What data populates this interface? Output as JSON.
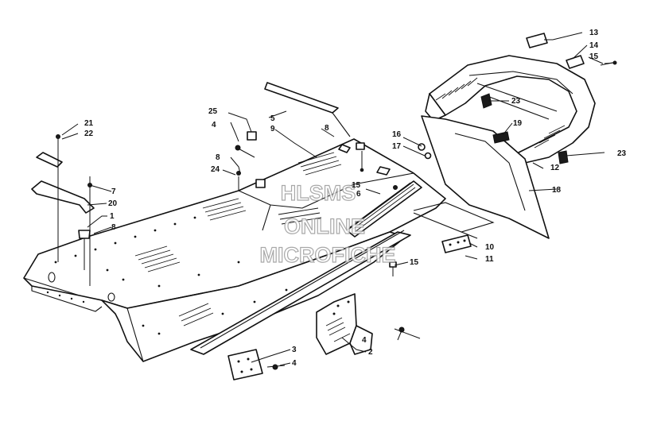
{
  "watermark": {
    "line1": "HLSMS",
    "line2": "ONLINE",
    "line3": "MICROFICHE"
  },
  "callouts": {
    "c1": "1",
    "c2": "2",
    "c3": "3",
    "c4a": "4",
    "c4b": "4",
    "c4c": "4",
    "c5": "5",
    "c6": "6",
    "c7": "7",
    "c8a": "8",
    "c8b": "8",
    "c8c": "8",
    "c9": "9",
    "c10": "10",
    "c11": "11",
    "c12": "12",
    "c13": "13",
    "c14": "14",
    "c15a": "15",
    "c15b": "15",
    "c15c": "15",
    "c16": "16",
    "c17": "17",
    "c18": "18",
    "c19": "19",
    "c20": "20",
    "c21": "21",
    "c22": "22",
    "c23a": "23",
    "c23b": "23",
    "c24": "24",
    "c25": "25"
  }
}
